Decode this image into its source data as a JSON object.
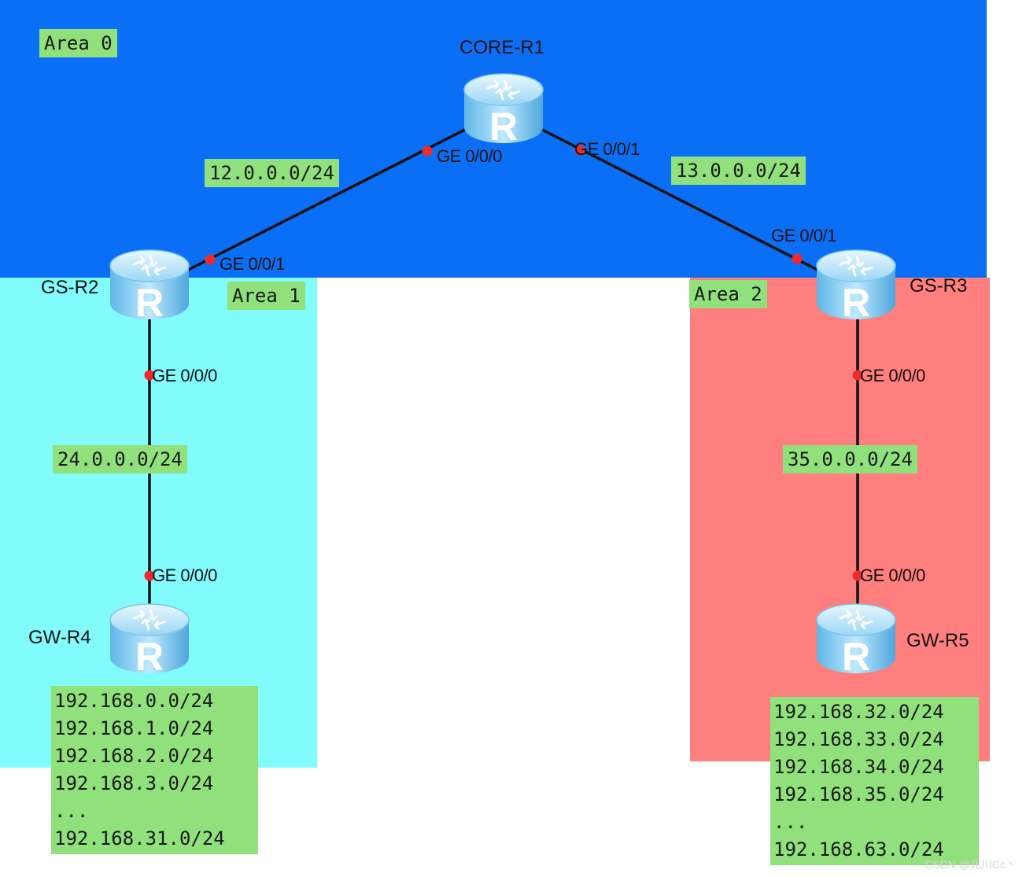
{
  "colors": {
    "area0": "#0a6ff5",
    "area1": "#82fbfd",
    "area2": "#ff7f7e",
    "label_bg": "#90e07c",
    "link": "#111111",
    "port_dot": "#ee2a2a"
  },
  "areas": {
    "area0": "Area 0",
    "area1": "Area 1",
    "area2": "Area 2"
  },
  "routers": {
    "r1": "CORE-R1",
    "r2": "GS-R2",
    "r3": "GS-R3",
    "r4": "GW-R4",
    "r5": "GW-R5",
    "icon_letter": "R"
  },
  "links": {
    "r1_r2": "12.0.0.0/24",
    "r1_r3": "13.0.0.0/24",
    "r2_r4": "24.0.0.0/24",
    "r3_r5": "35.0.0.0/24"
  },
  "ports": {
    "r1_g0": "GE 0/0/0",
    "r1_g1": "GE 0/0/1",
    "r2_g1": "GE 0/0/1",
    "r2_g0": "GE 0/0/0",
    "r3_g1": "GE 0/0/1",
    "r3_g0": "GE 0/0/0",
    "r4_g0": "GE 0/0/0",
    "r5_g0": "GE 0/0/0"
  },
  "networks": {
    "r4": [
      "192.168.0.0/24",
      "192.168.1.0/24",
      "192.168.2.0/24",
      "192.168.3.0/24",
      "...",
      "192.168.31.0/24"
    ],
    "r5": [
      "192.168.32.0/24",
      "192.168.33.0/24",
      "192.168.34.0/24",
      "192.168.35.0/24",
      "...",
      "192.168.63.0/24"
    ]
  },
  "watermark": "CSDN @北川Cc丶"
}
